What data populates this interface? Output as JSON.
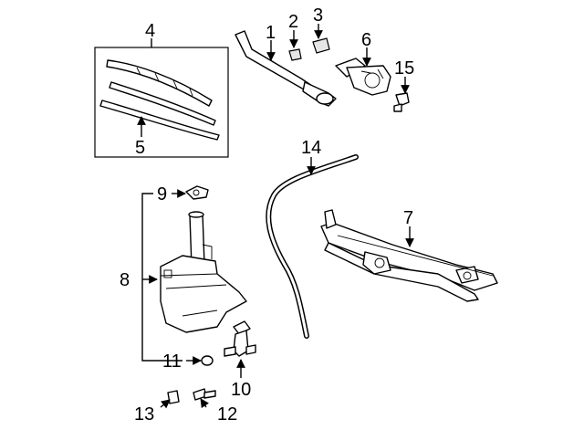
{
  "callouts": {
    "c1": "1",
    "c2": "2",
    "c3": "3",
    "c4": "4",
    "c5": "5",
    "c6": "6",
    "c7": "7",
    "c8": "8",
    "c9": "9",
    "c10": "10",
    "c11": "11",
    "c12": "12",
    "c13": "13",
    "c14": "14",
    "c15": "15"
  },
  "parts": [
    {
      "callout": "1",
      "icon": "wiper-arm-icon"
    },
    {
      "callout": "2",
      "icon": "cap-icon"
    },
    {
      "callout": "3",
      "icon": "cover-icon"
    },
    {
      "callout": "4",
      "icon": "wiper-blade-icon"
    },
    {
      "callout": "5",
      "icon": "blade-insert-icon"
    },
    {
      "callout": "6",
      "icon": "wiper-motor-icon"
    },
    {
      "callout": "7",
      "icon": "wiper-linkage-icon"
    },
    {
      "callout": "8",
      "icon": "washer-reservoir-icon"
    },
    {
      "callout": "9",
      "icon": "seal-icon"
    },
    {
      "callout": "10",
      "icon": "washer-pump-icon"
    },
    {
      "callout": "11",
      "icon": "grommet-icon"
    },
    {
      "callout": "12",
      "icon": "bolt-icon"
    },
    {
      "callout": "13",
      "icon": "nut-icon"
    },
    {
      "callout": "14",
      "icon": "washer-hose-icon"
    },
    {
      "callout": "15",
      "icon": "bracket-icon"
    }
  ]
}
